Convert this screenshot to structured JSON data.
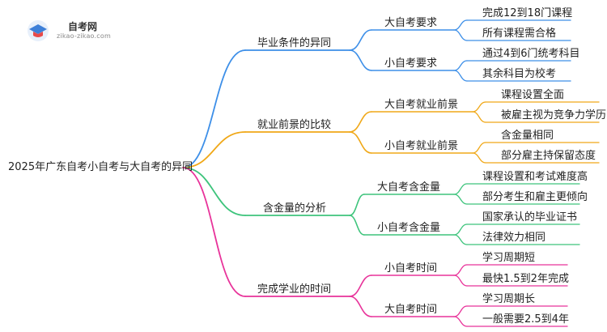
{
  "logo": {
    "name": "自考网",
    "url": "zikao-zikao.com"
  },
  "colors": {
    "blue": "#3d8fe8",
    "orange": "#f0a818",
    "green": "#3ec47c",
    "pink": "#e8339a"
  },
  "root": "2025年广东自考小自考与大自考的异同",
  "branches": [
    {
      "label": "毕业条件的异同",
      "children": [
        {
          "label": "大自考要求",
          "leaves": [
            "完成12到18门课程",
            "所有课程需合格"
          ]
        },
        {
          "label": "小自考要求",
          "leaves": [
            "通过4到6门统考科目",
            "其余科目为校考"
          ]
        }
      ]
    },
    {
      "label": "就业前景的比较",
      "children": [
        {
          "label": "大自考就业前景",
          "leaves": [
            "课程设置全面",
            "被雇主视为竞争力学历"
          ]
        },
        {
          "label": "小自考就业前景",
          "leaves": [
            "含金量相同",
            "部分雇主持保留态度"
          ]
        }
      ]
    },
    {
      "label": "含金量的分析",
      "children": [
        {
          "label": "大自考含金量",
          "leaves": [
            "课程设置和考试难度高",
            "部分考生和雇主更倾向"
          ]
        },
        {
          "label": "小自考含金量",
          "leaves": [
            "国家承认的毕业证书",
            "法律效力相同"
          ]
        }
      ]
    },
    {
      "label": "完成学业的时间",
      "children": [
        {
          "label": "小自考时间",
          "leaves": [
            "学习周期短",
            "最快1.5到2年完成"
          ]
        },
        {
          "label": "大自考时间",
          "leaves": [
            "学习周期长",
            "一般需要2.5到4年"
          ]
        }
      ]
    }
  ]
}
